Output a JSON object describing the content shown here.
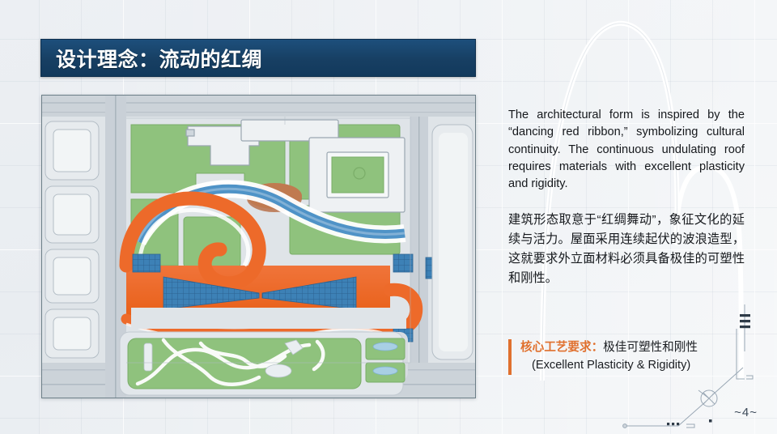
{
  "slide": {
    "title": "设计理念：流动的红绸",
    "page_number": "~4~",
    "accent_orange": "#e0702e",
    "banner_navy": "#173f63",
    "background": "#eef1f4"
  },
  "plan": {
    "alt": "site-plan-aerial-masterplan",
    "colors": {
      "ribbon_orange": "#ed6a2a",
      "water_blue": "#4a8fc4",
      "lawn_green": "#8cc07a",
      "panel_blue": "#3a7fb5",
      "pavement": "#d6dbe0",
      "road": "#c3cad1",
      "building_white": "#eef1f3"
    }
  },
  "body": {
    "paragraph_en": "The architectural form is inspired by the “dancing red ribbon,” symbolizing cultural continuity. The continuous undulating roof requires materials with excellent plasticity and rigidity.",
    "paragraph_zh": "建筑形态取意于“红绸舞动”，象征文化的延续与活力。屋面采用连续起伏的波浪造型，这就要求外立面材料必须具备极佳的可塑性和刚性。"
  },
  "callout": {
    "label": "核心工艺要求：",
    "value": "极佳可塑性和刚性",
    "subtitle": "(Excellent Plasticity & Rigidity)"
  }
}
